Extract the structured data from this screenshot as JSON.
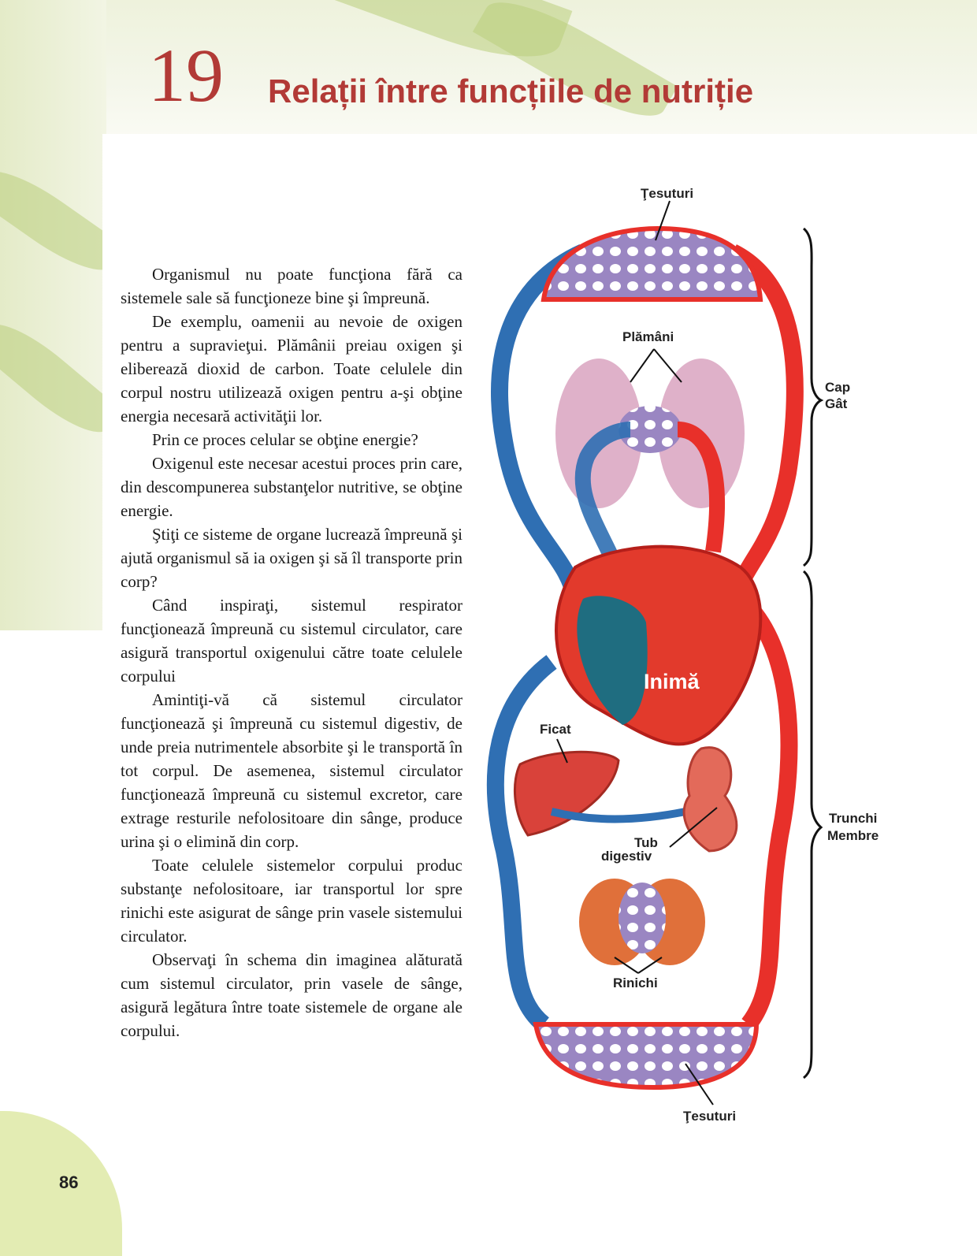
{
  "chapter": {
    "number": "19",
    "title": "Relații între funcțiile de nutriție"
  },
  "paragraphs": [
    "Organismul nu poate funcţiona fără ca sistemele sale să funcţioneze bine şi împreună.",
    "De exemplu, oamenii au nevoie de oxigen pentru a supravieţui. Plămânii preiau oxigen şi eliberează dioxid de carbon. Toate celulele din corpul nostru utilizează oxigen pentru a-şi obţine energia necesară activităţii lor.",
    "Prin ce proces celular se obţine energie?",
    "Oxigenul este necesar acestui proces prin care, din descompunerea substanţelor nutritive, se obţine energie.",
    "Ştiţi ce sisteme de organe lucrează împreună şi ajută organismul să ia oxigen şi să îl transporte prin corp?",
    "Când inspiraţi, sistemul respirator funcţionează împreună cu sistemul circulator, care asigură transportul oxigenului către toate celulele corpului",
    "Amintiţi-vă că sistemul circulator funcţionează şi împreună cu sistemul digestiv, de unde preia nutrimentele absorbite şi le transportă în tot corpul. De asemenea, sistemul circulator funcţionează împreună cu sistemul excretor, care extrage resturile nefolositoare din sânge, produce urina şi o elimină din corp.",
    "Toate celulele sistemelor corpului produc substanţe nefolositoare, iar transportul lor spre rinichi este asigurat de sânge prin vasele sistemului circulator.",
    "Observaţi în schema din imaginea alăturată cum sistemul circulator, prin vasele de sânge, asigură legătura între toate sistemele de organe ale corpului."
  ],
  "diagram": {
    "labels": {
      "tissues_top": "Ţesuturi",
      "lungs": "Plămâni",
      "heart": "Inimă",
      "liver": "Ficat",
      "digestive_1": "Tub",
      "digestive_2": "digestiv",
      "kidneys": "Rinichi",
      "tissues_bottom": "Ţesuturi",
      "upper_1": "Cap",
      "upper_2": "Gât",
      "lower_1": "Trunchi",
      "lower_2": "Membre"
    },
    "colors": {
      "arterial": "#e8302a",
      "venous": "#2f6fb3",
      "capillary": "#9a86c2"
    }
  },
  "page_number": "86"
}
